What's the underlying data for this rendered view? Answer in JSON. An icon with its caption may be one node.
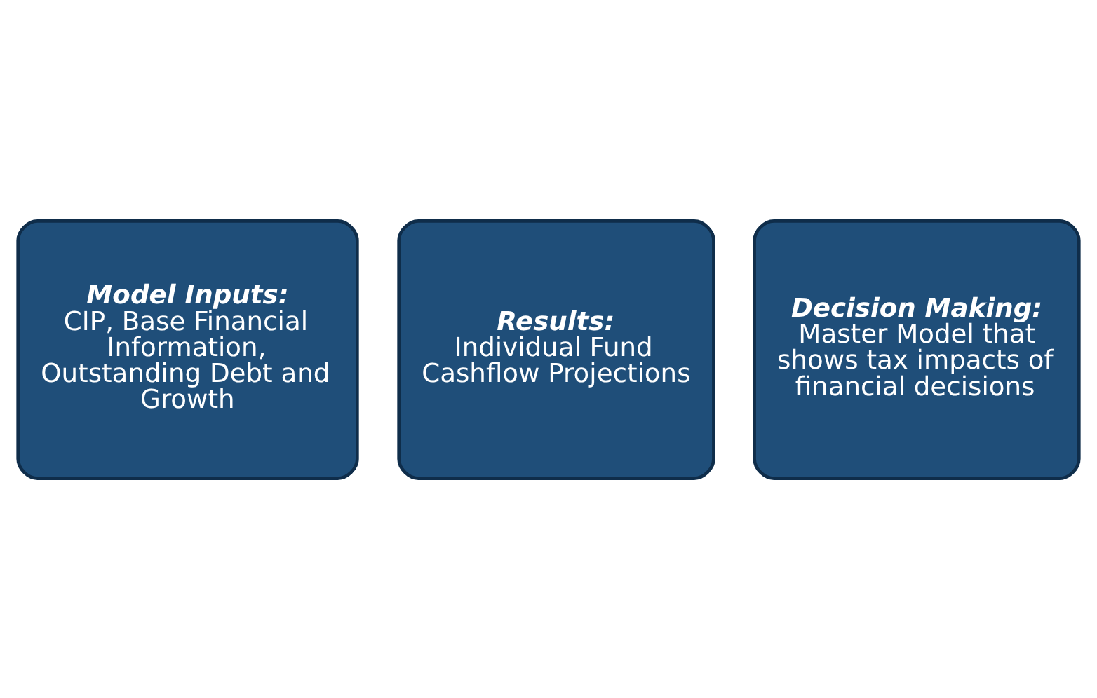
{
  "diagram": {
    "nodes": [
      {
        "text": [
          "Model Inputs:",
          "CIP, Base Financial Information, Outstanding Debt and Growth"
        ]
      },
      {
        "text": [
          "Results:",
          "Individual Fund Cashflow Projections"
        ]
      },
      {
        "text": [
          "Decision Making:",
          "Master Model that shows tax impacts of financial decisions"
        ]
      }
    ]
  }
}
